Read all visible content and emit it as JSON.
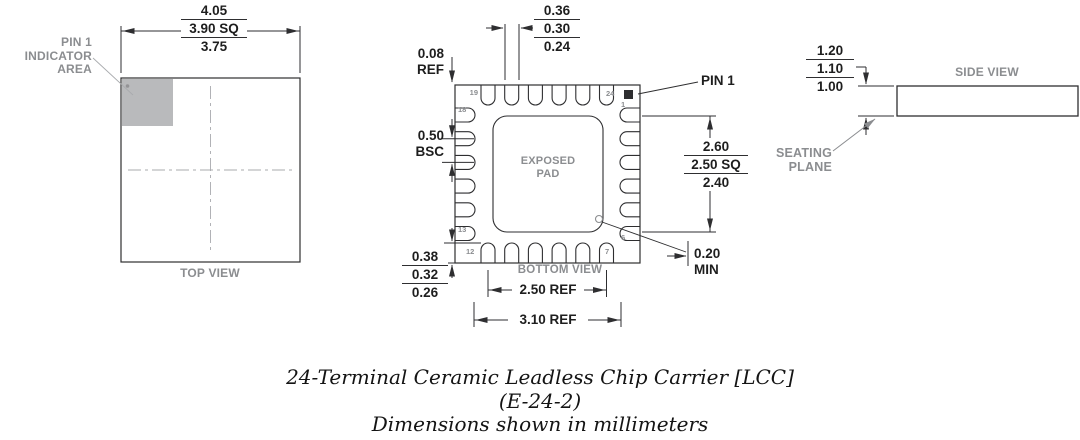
{
  "colors": {
    "line": "#2e2e30",
    "label_gray": "#8b8d90",
    "pin1_area_fill": "#b9babc"
  },
  "top_view": {
    "label": "TOP VIEW",
    "pin1_indicator": {
      "lines": [
        "PIN 1",
        "INDICATOR",
        "AREA"
      ]
    },
    "dim_body_sq": {
      "values": [
        "4.05",
        "3.90 SQ",
        "3.75"
      ]
    }
  },
  "bottom_view": {
    "label": "BOTTOM VIEW",
    "exposed_pad": {
      "lines": [
        "EXPOSED",
        "PAD"
      ]
    },
    "pin1_label": "PIN 1",
    "dim_terminal_width": {
      "values": [
        "0.36",
        "0.30",
        "0.24"
      ]
    },
    "dim_edge_offset": {
      "values": [
        "0.08",
        "REF"
      ]
    },
    "dim_lead_pitch": {
      "values": [
        "0.50",
        "BSC"
      ]
    },
    "dim_exposed_pad_sq": {
      "values": [
        "2.60",
        "2.50 SQ",
        "2.40"
      ]
    },
    "dim_clearance_min": {
      "values": [
        "0.20",
        "MIN"
      ]
    },
    "dim_terminal_length": {
      "values": [
        "0.38",
        "0.32",
        "0.26"
      ]
    },
    "dim_lead_span_ref": "2.50 REF",
    "dim_pad_span_ref": "3.10 REF",
    "pin_numbers": {
      "p19": "19",
      "p24": "24",
      "p1": "1",
      "p18": "18",
      "p13": "13",
      "p12": "12",
      "p7": "7",
      "p6": "6"
    }
  },
  "side_view": {
    "label": "SIDE VIEW",
    "seating_plane": {
      "lines": [
        "SEATING",
        "PLANE"
      ]
    },
    "dim_height": {
      "values": [
        "1.20",
        "1.10",
        "1.00"
      ]
    }
  },
  "caption": {
    "line1": "24-Terminal Ceramic Leadless Chip Carrier [LCC]",
    "line2": "(E-24-2)",
    "line3": "Dimensions shown in millimeters"
  }
}
